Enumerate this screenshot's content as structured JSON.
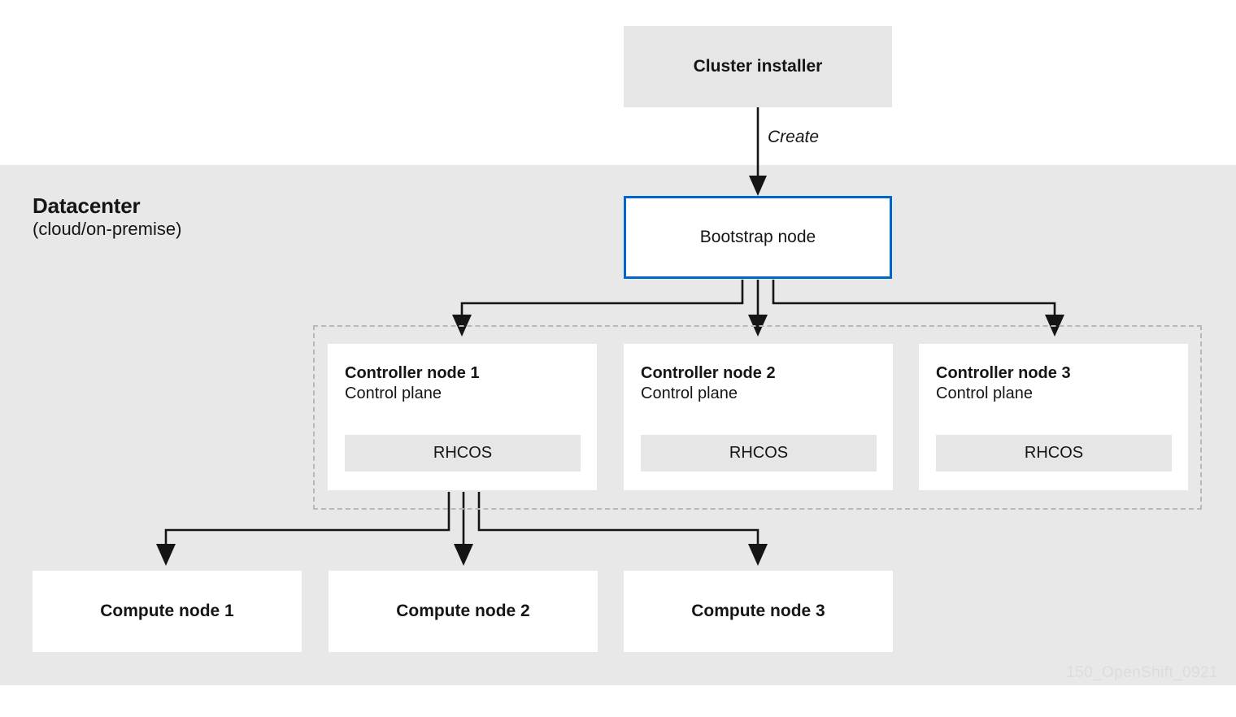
{
  "figure": {
    "watermark": "150_OpenShift_0921",
    "colors": {
      "page_background": "#ffffff",
      "region_background": "#e8e8e8",
      "box_gray": "#e6e6e6",
      "accent_blue": "#0066cc",
      "line_black": "#151515",
      "dashed_gray": "#b8b8b8",
      "watermark_gray": "#dcdcdc"
    }
  },
  "region": {
    "title": "Datacenter",
    "subtitle": "(cloud/on-premise)"
  },
  "nodes": {
    "cluster_installer": {
      "label": "Cluster installer"
    },
    "bootstrap": {
      "label": "Bootstrap node"
    },
    "controllers": [
      {
        "name": "Controller node 1",
        "role": "Control plane",
        "os": "RHCOS"
      },
      {
        "name": "Controller node 2",
        "role": "Control plane",
        "os": "RHCOS"
      },
      {
        "name": "Controller node 3",
        "role": "Control plane",
        "os": "RHCOS"
      }
    ],
    "computes": [
      {
        "label": "Compute node 1"
      },
      {
        "label": "Compute node 2"
      },
      {
        "label": "Compute node 3"
      }
    ]
  },
  "edges": {
    "create": {
      "label": "Create",
      "from": "Cluster installer",
      "to": "Bootstrap node"
    },
    "bootstrap_to_controllers": {
      "label": "",
      "from": "Bootstrap node",
      "to": [
        "Controller node 1",
        "Controller node 2",
        "Controller node 3"
      ]
    },
    "controllers_to_computes": {
      "label": "",
      "from": "Control plane",
      "to": [
        "Compute node 1",
        "Compute node 2",
        "Compute node 3"
      ]
    }
  }
}
